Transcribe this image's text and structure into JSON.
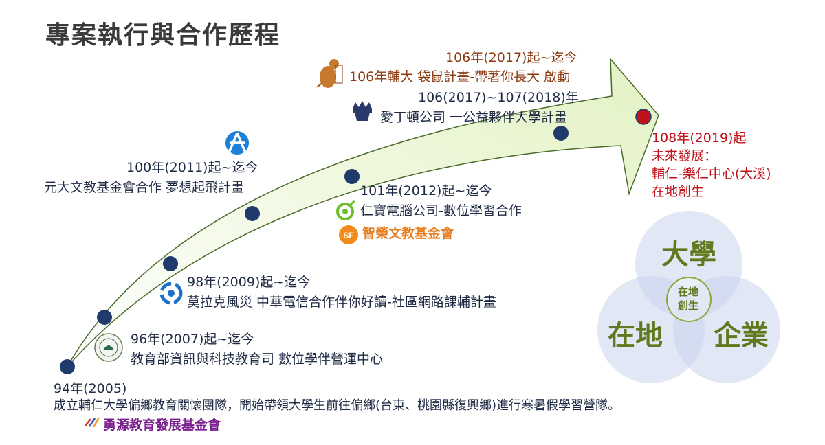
{
  "title": "專案執行與合作歷程",
  "milestones": {
    "m2005": {
      "year": "94年(2005)",
      "desc": "成立輔仁大學偏鄉教育關懷團隊，開始帶領大學生前往偏鄉(台東、桃園縣復興鄉)進行寒暑假學習營隊。",
      "partner": "勇源教育發展基金會"
    },
    "m2007": {
      "year": "96年(2007)起~迄今",
      "desc": "教育部資訊與科技教育司 數位學伴營運中心"
    },
    "m2009": {
      "year": "98年(2009)起~迄今",
      "desc": "莫拉克風災 中華電信合作伴你好讀-社區網路課輔計畫"
    },
    "m2011": {
      "year": "100年(2011)起~迄今",
      "desc": "元大文教基金會合作 夢想起飛計畫"
    },
    "m2012": {
      "year": "101年(2012)起~迄今",
      "desc": "仁寶電腦公司-數位學習合作",
      "partner": "智榮文教基金會"
    },
    "m2017": {
      "year": "106年(2017)起~迄今",
      "desc": "106年輔大 袋鼠計畫-帶著你長大 啟動",
      "year2": "106(2017)~107(2018)年",
      "desc2": "愛丁頓公司 一公益夥伴大學計畫"
    },
    "m2019": {
      "line1": "108年(2019)起",
      "line2": "未來發展：",
      "line3": "輔仁-樂仁中心(大溪)",
      "line4": "在地創生"
    }
  },
  "venn": {
    "top": "大學",
    "left": "在地",
    "right": "企業",
    "center_line1": "在地",
    "center_line2": "創生"
  },
  "logos": {
    "kangaroo": "kangaroo-logo-icon",
    "crown": "crown-logo-icon",
    "yuanta": "yuanta-logo-icon",
    "compal": "compal-logo-icon",
    "stanshih": "sf-logo-icon",
    "cht": "chunghwa-telecom-logo-icon",
    "moe": "ministry-of-education-seal-icon",
    "yongyuan": "yongyuan-logo-icon",
    "sf_text": "SF"
  },
  "colors": {
    "dot": "#1f3a6b",
    "arrow_fill": "#e9f5d0",
    "arrow_stroke": "#4a6b2a",
    "brown_text": "#8b3a12",
    "red_text": "#c0121b",
    "venn_text": "#5f7a1e"
  }
}
